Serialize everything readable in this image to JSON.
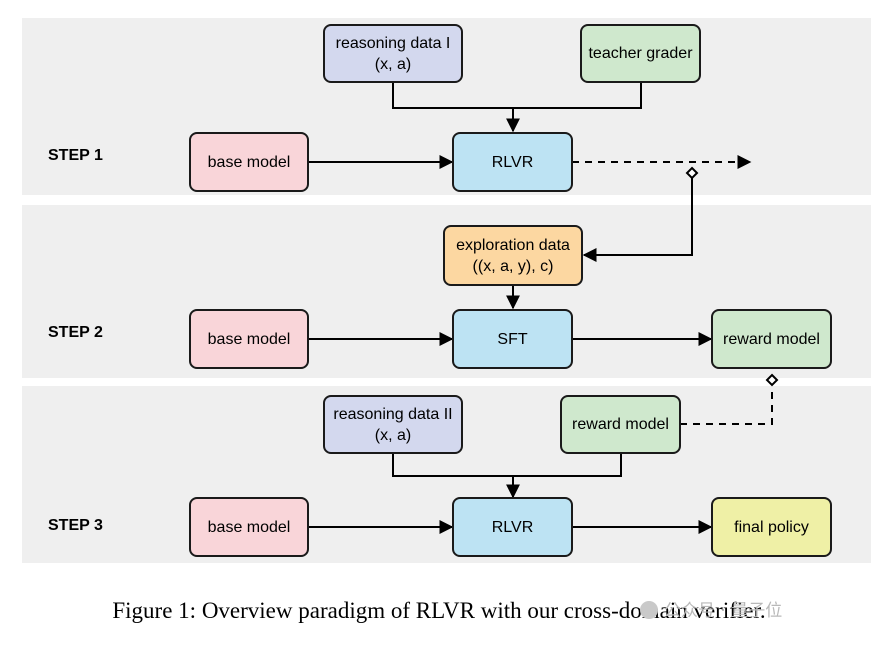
{
  "steps": [
    {
      "label": "STEP 1"
    },
    {
      "label": "STEP 2"
    },
    {
      "label": "STEP 3"
    }
  ],
  "nodes": {
    "s1_reasoning": {
      "line1": "reasoning data I",
      "line2": "(x, a)"
    },
    "s1_teacher": {
      "line1": "teacher grader"
    },
    "s1_base": {
      "line1": "base model"
    },
    "s1_rlvr": {
      "line1": "RLVR"
    },
    "s2_exploration": {
      "line1": "exploration data",
      "line2": "((x, a, y), c)"
    },
    "s2_base": {
      "line1": "base model"
    },
    "s2_sft": {
      "line1": "SFT"
    },
    "s2_reward": {
      "line1": "reward model"
    },
    "s3_reasoning": {
      "line1": "reasoning data II",
      "line2": "(x, a)"
    },
    "s3_reward": {
      "line1": "reward model"
    },
    "s3_base": {
      "line1": "base model"
    },
    "s3_rlvr": {
      "line1": "RLVR"
    },
    "s3_final": {
      "line1": "final policy"
    }
  },
  "colors": {
    "band": "#efefef",
    "base_model": "#f9d5d9",
    "process": "#bde3f3",
    "reasoning_data": "#d3d8ee",
    "grader": "#cfe8cd",
    "exploration_data": "#fcd7a1",
    "final_policy": "#eff0a6"
  },
  "caption": "Figure 1: Overview paradigm of RLVR with our cross-domain verifier.",
  "watermark": "公众号 · 量子位"
}
